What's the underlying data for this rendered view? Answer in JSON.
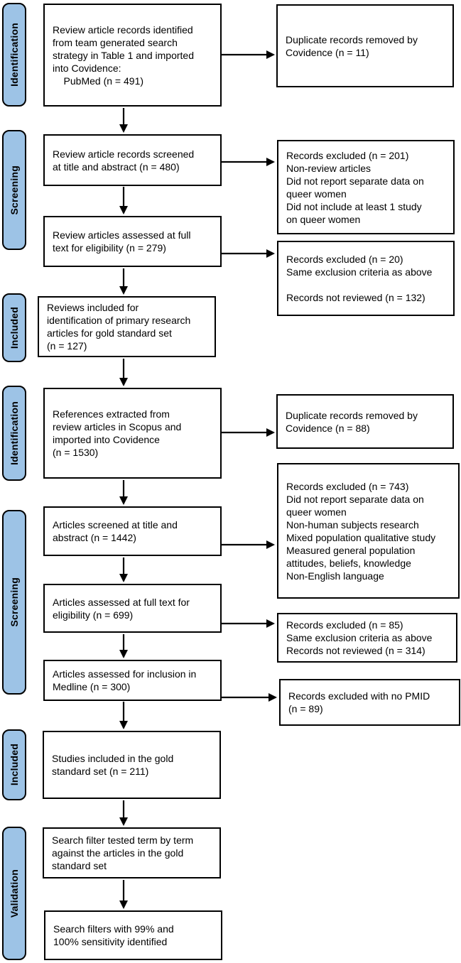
{
  "colors": {
    "stage_fill": "#9DC3E6",
    "box_border": "#000000",
    "background": "#FFFFFF"
  },
  "stages": [
    {
      "label": "Identification"
    },
    {
      "label": "Screening"
    },
    {
      "label": "Included"
    },
    {
      "label": "Identification"
    },
    {
      "label": "Screening"
    },
    {
      "label": "Included"
    },
    {
      "label": "Validation"
    }
  ],
  "flow_boxes": [
    {
      "text": "Review article records identified\nfrom team generated search\nstrategy in Table 1 and imported\ninto Covidence:\n    PubMed (n = 491)"
    },
    {
      "text": "Review article records screened\nat title and abstract (n = 480)"
    },
    {
      "text": "Review articles assessed at full\ntext for eligibility (n = 279)"
    },
    {
      "text": "Reviews included for\nidentification of primary research\narticles for gold standard set\n(n = 127)"
    },
    {
      "text": "References extracted from\nreview articles in Scopus and\nimported into Covidence\n(n = 1530)"
    },
    {
      "text": "Articles screened at title and\nabstract (n = 1442)"
    },
    {
      "text": "Articles assessed at full text for\neligibility (n = 699)"
    },
    {
      "text": "Articles assessed for inclusion in\nMedline (n = 300)"
    },
    {
      "text": "Studies included in the gold\nstandard set (n = 211)"
    },
    {
      "text": "Search filter tested term by term\nagainst the articles in the gold\nstandard set"
    },
    {
      "text": "Search filters with 99% and\n100% sensitivity identified"
    }
  ],
  "side_boxes": [
    {
      "text": "Duplicate records removed by\nCovidence (n = 11)"
    },
    {
      "text": "Records excluded (n = 201)\nNon-review articles\nDid not report separate data on\nqueer women\nDid not include at least 1 study\non queer women"
    },
    {
      "text": "Records excluded (n = 20)\nSame exclusion criteria as above\n\nRecords not reviewed (n = 132)"
    },
    {
      "text": "Duplicate records removed by\nCovidence (n = 88)"
    },
    {
      "text": "Records excluded (n = 743)\nDid not report separate data on\nqueer women\nNon-human subjects research\nMixed population qualitative study\nMeasured general population\nattitudes, beliefs, knowledge\nNon-English language"
    },
    {
      "text": "Records excluded (n = 85)\nSame exclusion criteria as above\nRecords not reviewed (n = 314)"
    },
    {
      "text": "Records excluded with no PMID\n(n = 89)"
    }
  ]
}
